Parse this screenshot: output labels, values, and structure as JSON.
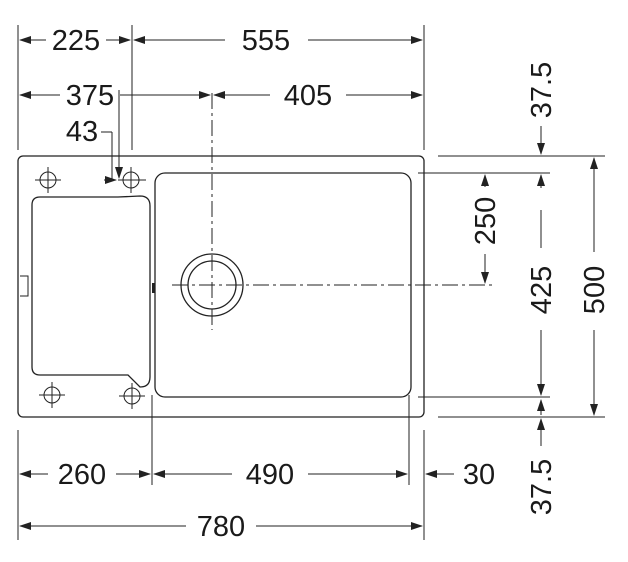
{
  "dimensions": {
    "top_left_width": "225",
    "top_right_width": "555",
    "second_left_width": "375",
    "second_right_width": "405",
    "hole_offset": "43",
    "bottom_left_width": "260",
    "bottom_mid_width": "490",
    "bottom_right_width": "30",
    "overall_width": "780",
    "right_top_margin": "37.5",
    "drain_offset": "250",
    "bowl_height": "425",
    "overall_height": "500",
    "right_bottom_margin": "37.5"
  }
}
